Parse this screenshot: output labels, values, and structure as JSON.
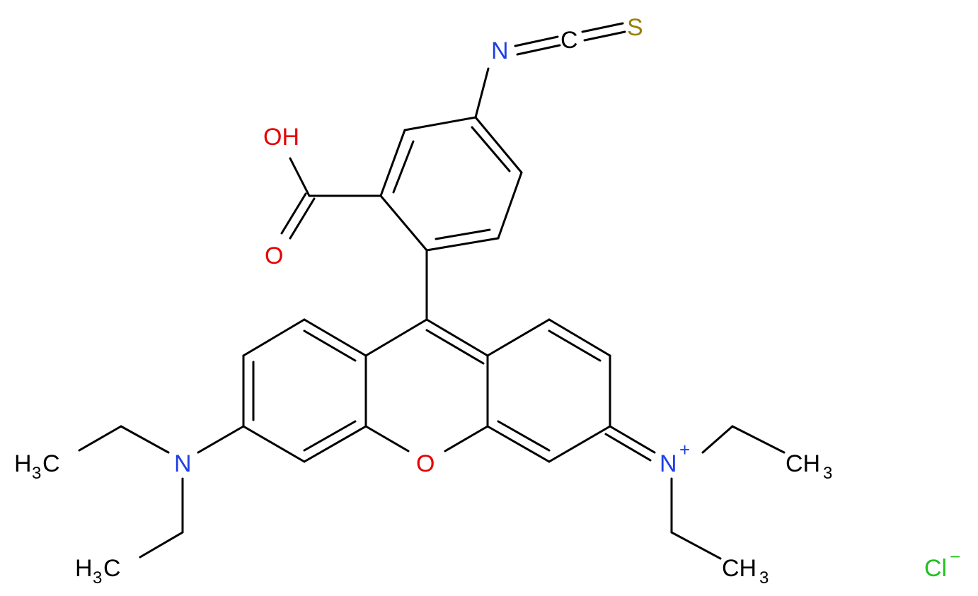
{
  "colors": {
    "bond": "#000000",
    "nitrogen": "#1f3fe6",
    "oxygen": "#e60000",
    "sulfur": "#998000",
    "chlorine": "#22c022",
    "carbon": "#000000"
  },
  "atoms": {
    "n_isothiocyanate": "N",
    "c_isothiocyanate": "C",
    "s_isothiocyanate": "S",
    "hydroxyl": "OH",
    "carbonyl_o": "O",
    "ring_o": "O",
    "amine_n": "N",
    "iminium_n": "N",
    "iminium_charge": "+",
    "methyl_1_h": "H",
    "methyl_1_sub": "3",
    "methyl_1_c": "C",
    "methyl_2_h": "H",
    "methyl_2_sub": "3",
    "methyl_2_c": "C",
    "methyl_3_c": "CH",
    "methyl_3_sub": "3",
    "methyl_4_c": "CH",
    "methyl_4_sub": "3",
    "counterion": "Cl",
    "counterion_charge": "−"
  }
}
